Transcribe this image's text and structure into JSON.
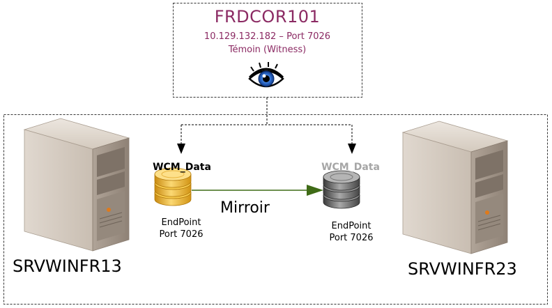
{
  "witness": {
    "name": "FRDCOR101",
    "address": "10.129.132.182 – Port 7026",
    "role": "Témoin (Witness)",
    "icon": "eye-icon"
  },
  "primary": {
    "server_name": "SRVWINFR13",
    "database": "WCM_Data",
    "endpoint_label": "EndPoint",
    "endpoint_port": "Port 7026",
    "icon": "server-tower-icon",
    "db_icon": "database-gold-icon"
  },
  "mirror_server": {
    "server_name": "SRVWINFR23",
    "database": "WCM_Data",
    "endpoint_label": "EndPoint",
    "endpoint_port": "Port 7026",
    "icon": "server-tower-icon",
    "db_icon": "database-gray-icon"
  },
  "link": {
    "label": "Mirroir"
  },
  "colors": {
    "witness_text": "#8b2a63",
    "mirror_arrow": "#3f6b16",
    "primary_db": "#f0b830",
    "mirror_db": "#6e6e6e",
    "mirror_db_label": "#a6a6a6",
    "eye_iris": "#2f6fd1"
  }
}
